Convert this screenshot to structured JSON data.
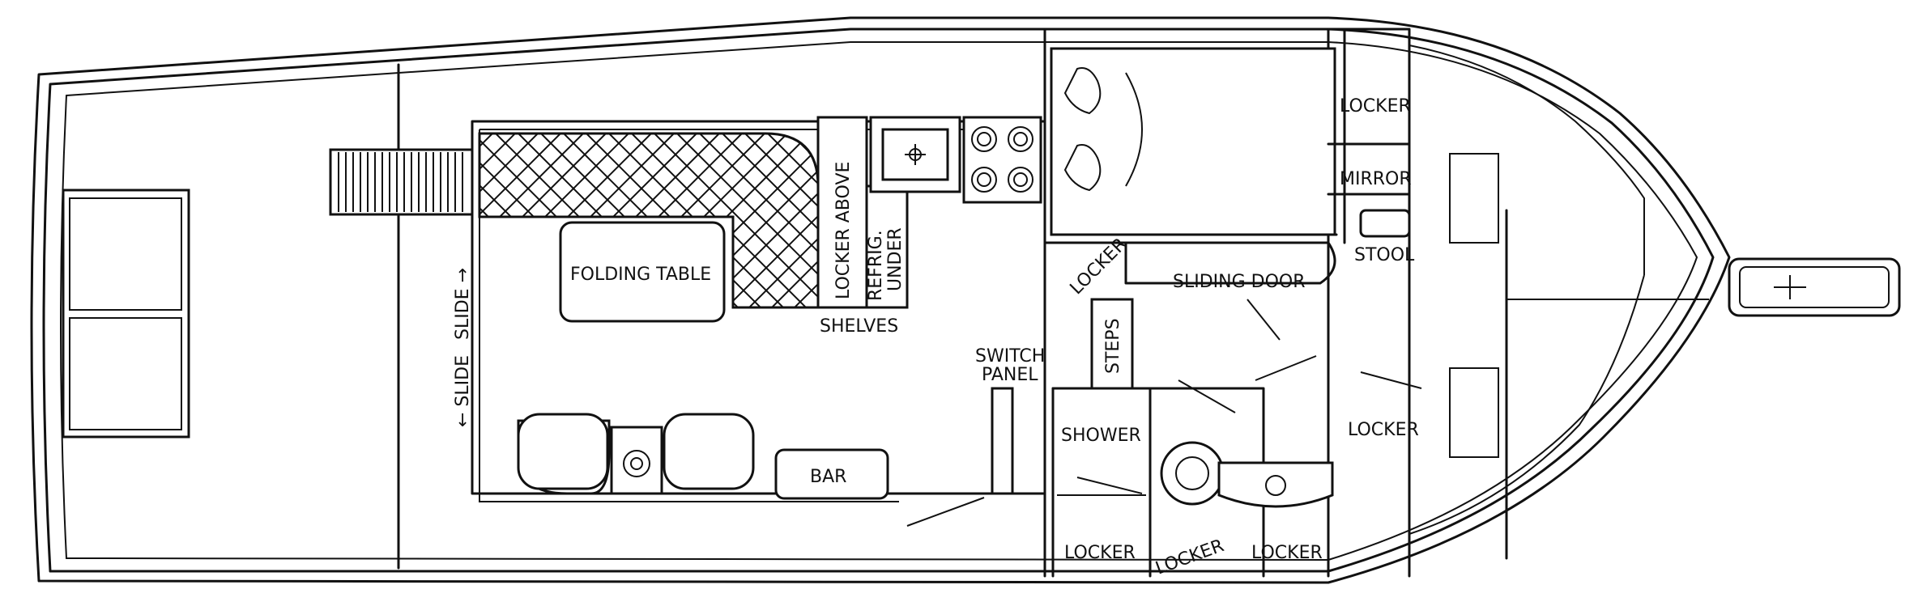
{
  "labels": {
    "folding_table": "FOLDING TABLE",
    "locker_above": "LOCKER ABOVE",
    "refrig_under_1": "REFRIG.",
    "refrig_under_2": "UNDER",
    "shelves": "SHELVES",
    "slide_left": "← SLIDE",
    "slide_right": "SLIDE →",
    "bar": "BAR",
    "switch_panel_1": "SWITCH",
    "switch_panel_2": "PANEL",
    "steps": "STEPS",
    "locker_steps": "LOCKER",
    "sliding_door": "SLIDING DOOR",
    "shower": "SHOWER",
    "locker_bottom_left": "LOCKER",
    "locker_head": "LOCKER",
    "locker_vanity": "LOCKER",
    "locker_top_right": "LOCKER",
    "mirror": "MIRROR",
    "stool": "STOOL",
    "locker_forward": "LOCKER"
  }
}
